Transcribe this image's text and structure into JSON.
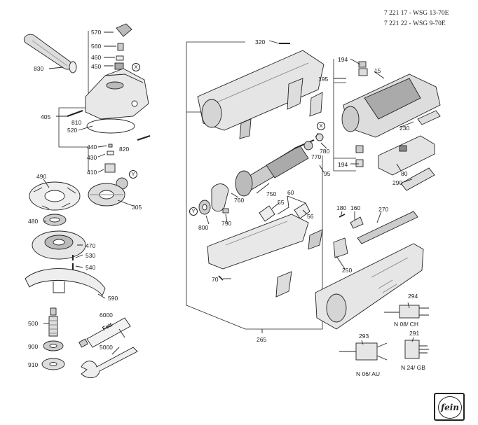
{
  "models": {
    "line1": "7 221 17 - WSG 13-70E",
    "line2": "7 221 22 - WSG  9-70E"
  },
  "callouts": {
    "x": "X",
    "y": "Y"
  },
  "brand": "fein",
  "parts": {
    "p570": "570",
    "p560": "560",
    "p460": "460",
    "p450": "450",
    "p830": "830",
    "p405": "405",
    "p810": "810",
    "p520": "520",
    "p440": "440",
    "p820": "820",
    "p430": "430",
    "p410": "410",
    "p490": "490",
    "p305": "305",
    "p480": "480",
    "p470": "470",
    "p530": "530",
    "p540": "540",
    "p590": "590",
    "p6000": "6000",
    "p500": "500",
    "p900": "900",
    "p5000": "5000",
    "p910": "910",
    "p320": "320",
    "p194a": "194",
    "p195": "195",
    "p15": "15",
    "p780": "780",
    "p770": "770",
    "p230": "230",
    "p194b": "194",
    "p80": "80",
    "p95": "95",
    "p290": "290",
    "p750": "750",
    "p760": "760",
    "p60": "60",
    "p55": "55",
    "p56": "56",
    "p800": "800",
    "p790": "790",
    "p180": "180",
    "p160": "160",
    "p270": "270",
    "p70": "70",
    "p250": "250",
    "p294": "294",
    "p265": "265",
    "p293": "293",
    "p291": "291"
  },
  "plugs": {
    "ch": "N 08/ CH",
    "au": "N 06/ AU",
    "gb": "N 24/ GB"
  },
  "tube_label": "Fett"
}
